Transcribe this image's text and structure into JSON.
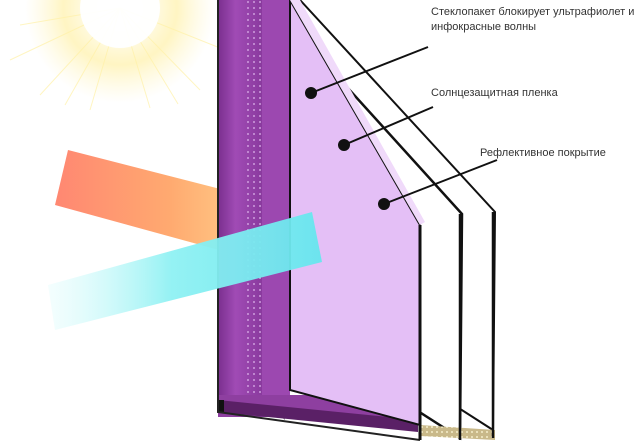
{
  "callouts": [
    {
      "text": "Стеклопакет блокирует ультрафиолет и инфокрасные волны"
    },
    {
      "text": "Солнцезащитная пленка"
    },
    {
      "text": "Рефлективное покрытие"
    }
  ],
  "icons": [
    "sun-icon"
  ],
  "colors": {
    "frame": "#8e3fa0",
    "film": "#e4bff6",
    "glass_edge": "#111111",
    "spacer": "#9a9a9a",
    "ray_warm": "#ff7f62",
    "ray_cool": "#7ff2f2"
  }
}
